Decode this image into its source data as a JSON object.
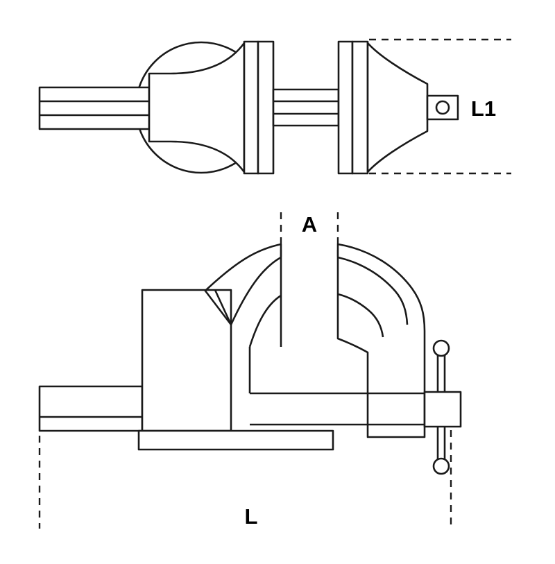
{
  "diagram": {
    "labels": {
      "l1": "L1",
      "a": "A",
      "l": "L"
    },
    "colors": {
      "line": "#1a1a1a",
      "background": "#ffffff"
    }
  }
}
